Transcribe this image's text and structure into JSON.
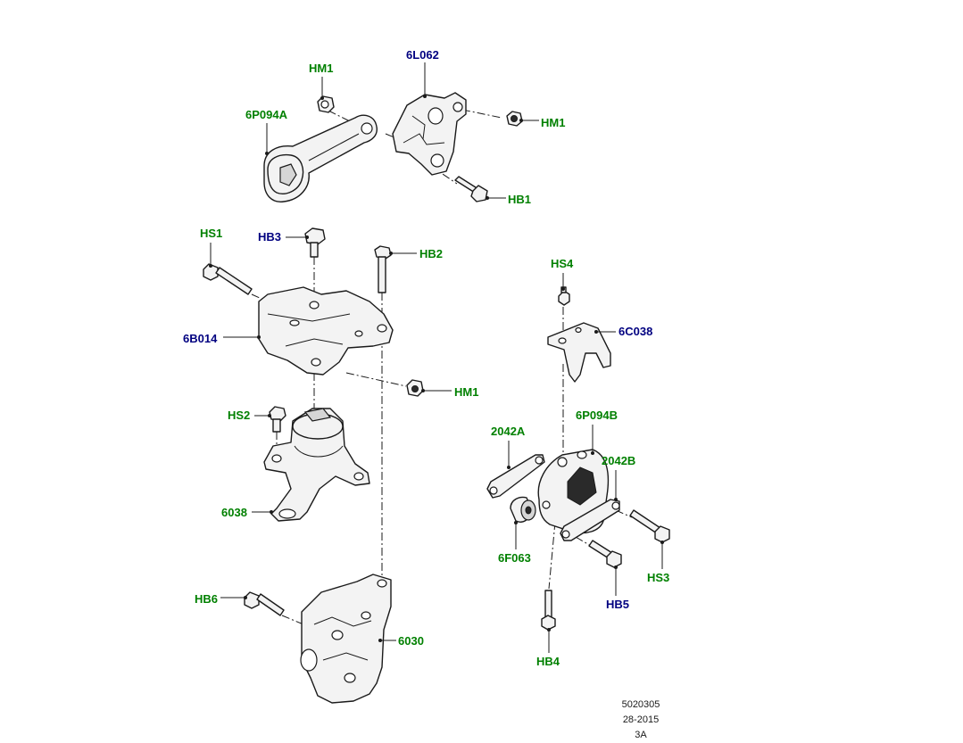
{
  "callouts": [
    {
      "id": "hm1_top",
      "text": "HM1",
      "color": "#008000"
    },
    {
      "id": "6l062",
      "text": "6L062",
      "color": "#000080"
    },
    {
      "id": "6p094a",
      "text": "6P094A",
      "color": "#008000"
    },
    {
      "id": "hm1_mid",
      "text": "HM1",
      "color": "#008000"
    },
    {
      "id": "hb1",
      "text": "HB1",
      "color": "#008000"
    },
    {
      "id": "hs1",
      "text": "HS1",
      "color": "#008000"
    },
    {
      "id": "hb3",
      "text": "HB3",
      "color": "#000080"
    },
    {
      "id": "hb2",
      "text": "HB2",
      "color": "#008000"
    },
    {
      "id": "6b014",
      "text": "6B014",
      "color": "#000080"
    },
    {
      "id": "hm1_low",
      "text": "HM1",
      "color": "#008000"
    },
    {
      "id": "hs2",
      "text": "HS2",
      "color": "#008000"
    },
    {
      "id": "6038",
      "text": "6038",
      "color": "#008000"
    },
    {
      "id": "hb6",
      "text": "HB6",
      "color": "#008000"
    },
    {
      "id": "6030",
      "text": "6030",
      "color": "#008000"
    },
    {
      "id": "hs4",
      "text": "HS4",
      "color": "#008000"
    },
    {
      "id": "6c038",
      "text": "6C038",
      "color": "#000080"
    },
    {
      "id": "2042a",
      "text": "2042A",
      "color": "#008000"
    },
    {
      "id": "6p094b",
      "text": "6P094B",
      "color": "#008000"
    },
    {
      "id": "2042b",
      "text": "2042B",
      "color": "#008000"
    },
    {
      "id": "6f063",
      "text": "6F063",
      "color": "#008000"
    },
    {
      "id": "hs3",
      "text": "HS3",
      "color": "#008000"
    },
    {
      "id": "hb5",
      "text": "HB5",
      "color": "#000080"
    },
    {
      "id": "hb4",
      "text": "HB4",
      "color": "#008000"
    }
  ],
  "footer": {
    "drawing_number": "5020305",
    "date_code": "28-2015",
    "sheet": "3A"
  }
}
